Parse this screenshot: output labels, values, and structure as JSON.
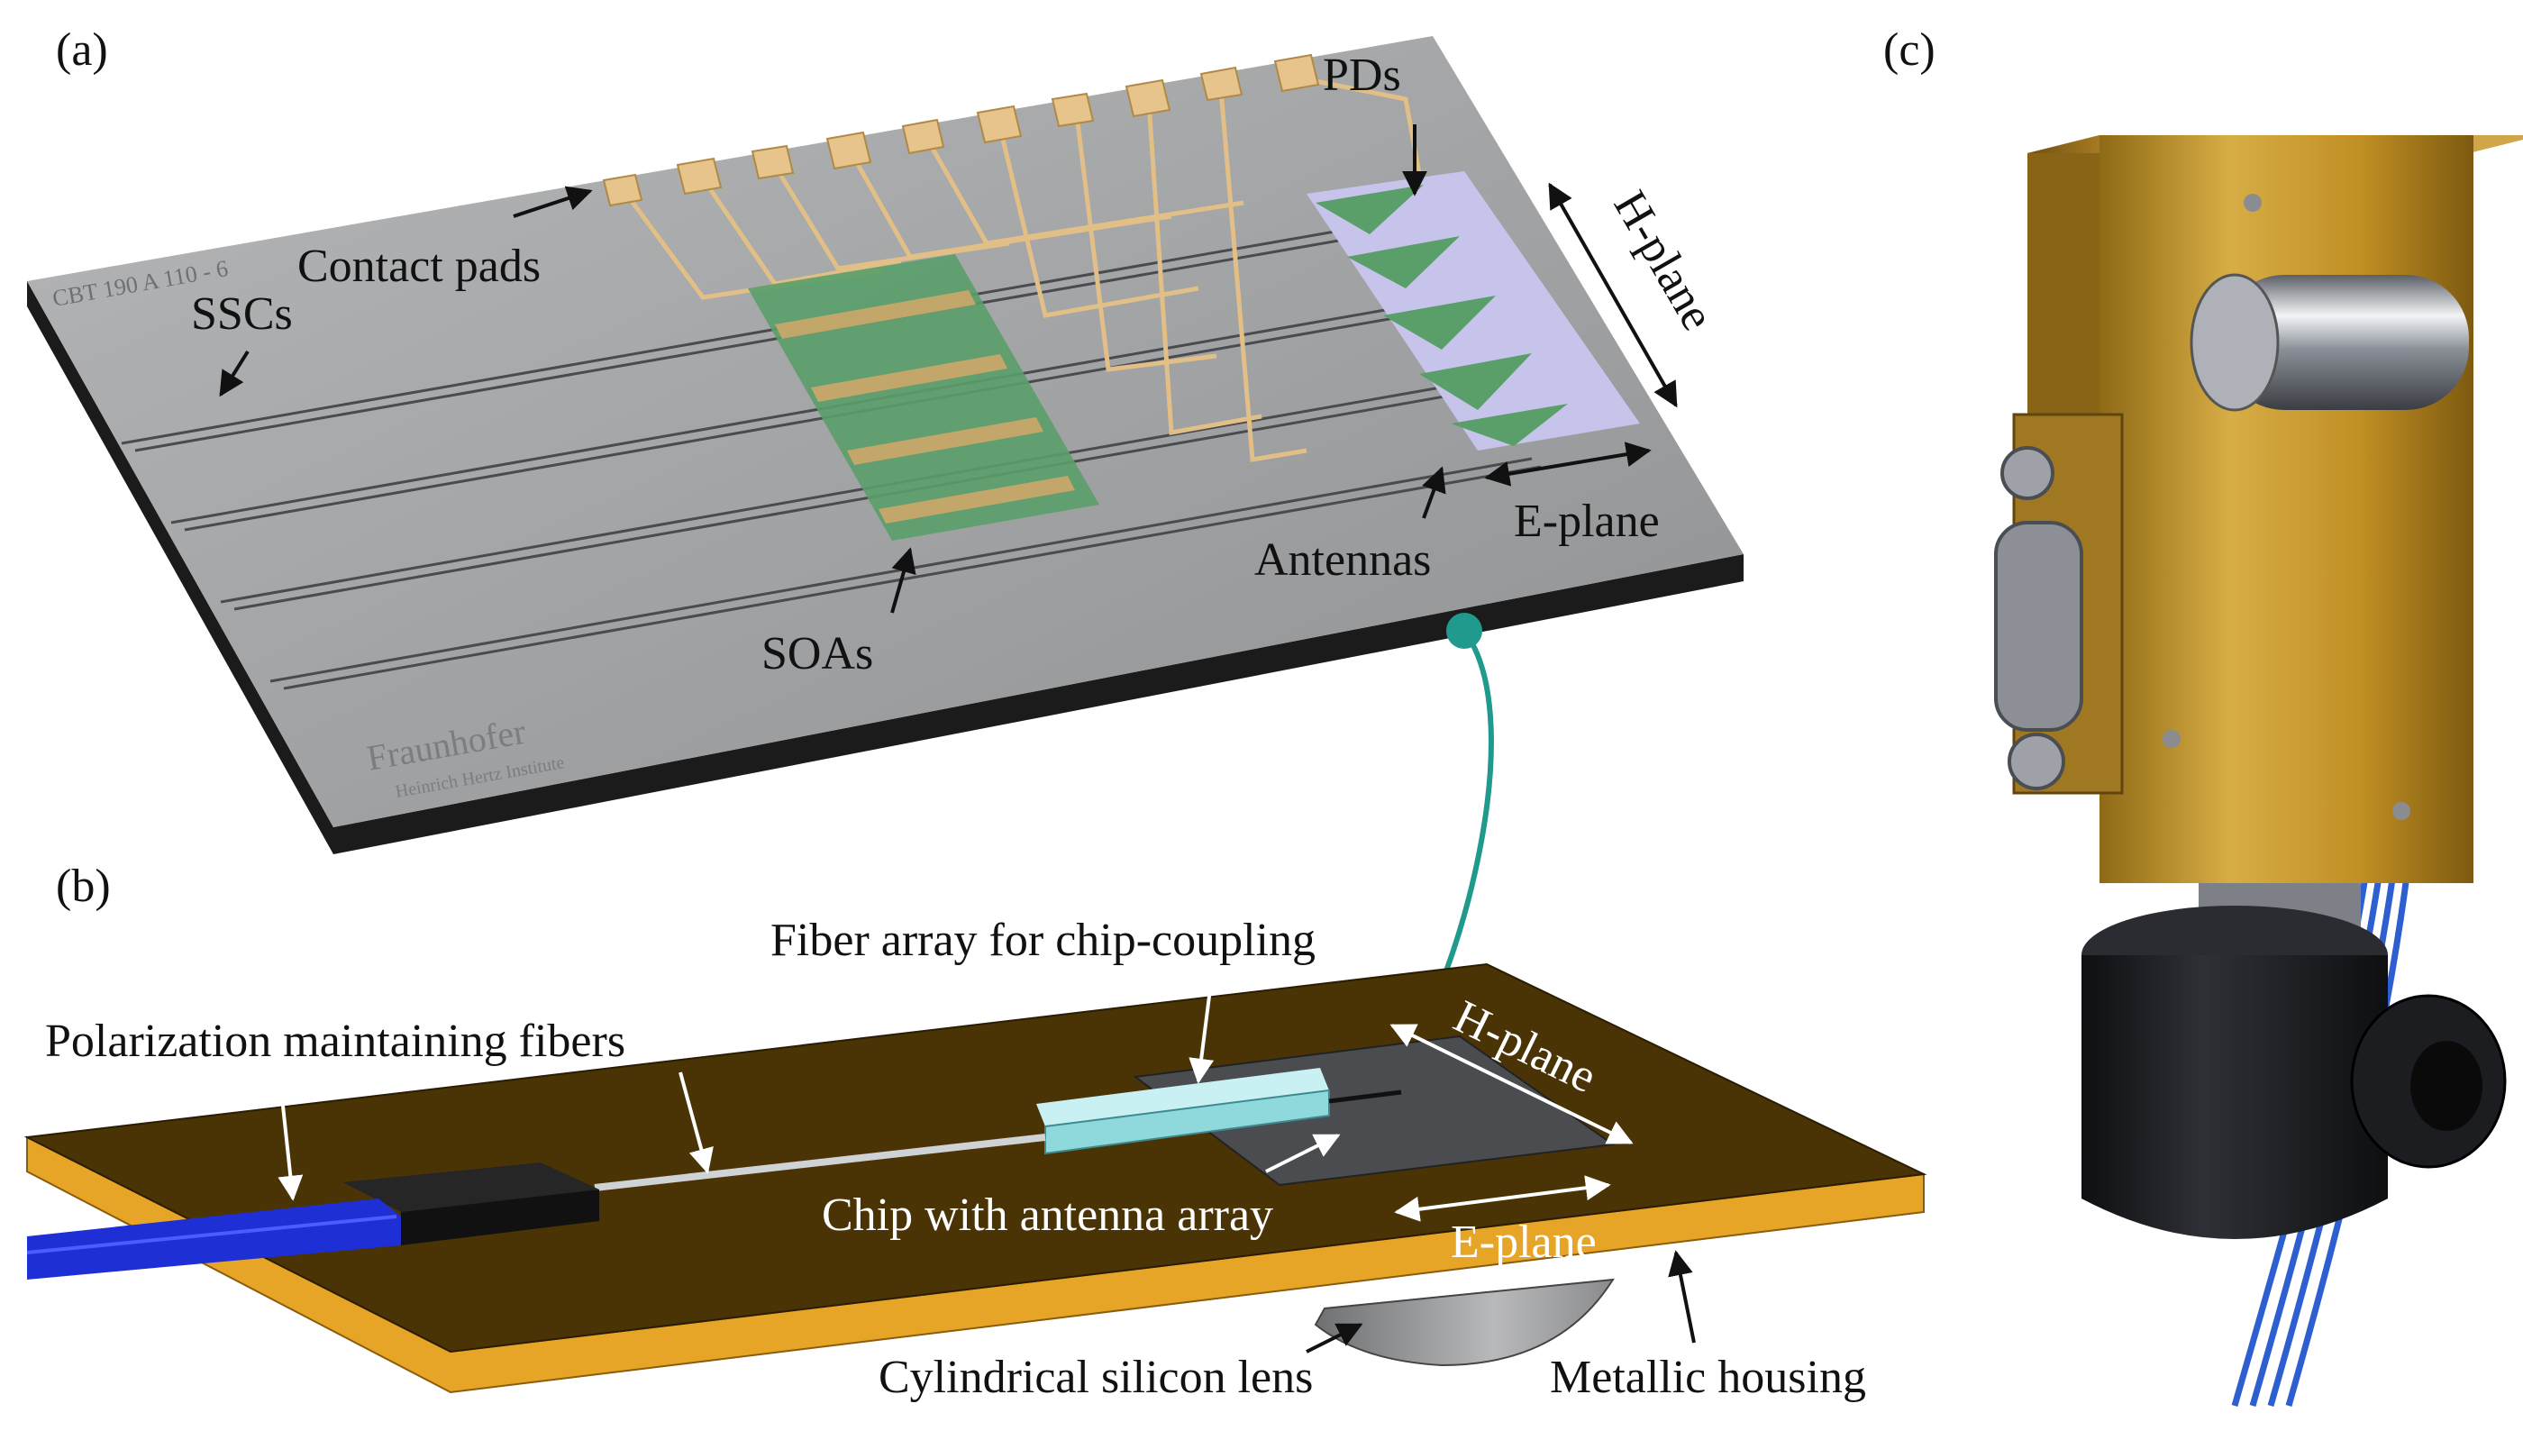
{
  "panels": {
    "a": "(a)",
    "b": "(b)",
    "c": "(c)"
  },
  "labels_a": {
    "contact_pads": "Contact pads",
    "sscs": "SSCs",
    "pds": "PDs",
    "h_plane": "H-plane",
    "e_plane": "E-plane",
    "antennas": "Antennas",
    "soas": "SOAs",
    "chip_marking": "CBT 190 A 110 - 6",
    "logo_name": "Fraunhofer",
    "logo_sub": "Heinrich Hertz Institute"
  },
  "labels_b": {
    "fiber_array": "Fiber array for chip-coupling",
    "pm_fibers": "Polarization maintaining fibers",
    "chip_antenna": "Chip with antenna array",
    "h_plane": "H-plane",
    "e_plane": "E-plane",
    "lens": "Cylindrical silicon lens",
    "housing": "Metallic housing"
  },
  "colors": {
    "chip_surface": "#a3a5a8",
    "chip_edge": "#1a1a1a",
    "gold_trace": "#e2bf86",
    "antenna_green": "#5a9e6a",
    "antenna_violet": "#c6c4ea",
    "housing_top": "#4a3406",
    "housing_edge": "#e7a528",
    "fiber_blue": "#1f2fd6",
    "fiber_array": "#a9e8ec",
    "connector_teal": "#1f9a8c",
    "gold_block": "#c99a2e",
    "mount_black": "#1c1d20"
  }
}
